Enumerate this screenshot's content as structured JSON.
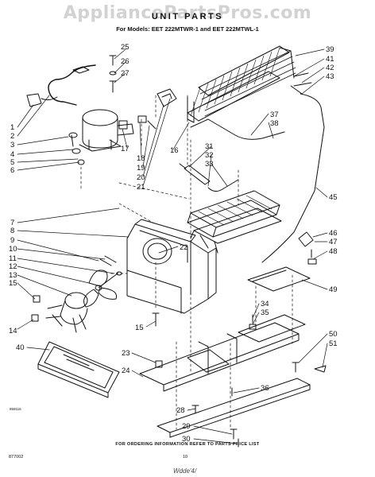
{
  "watermark": "AppliancePartsPros.com",
  "header": {
    "title": "UNIT PARTS",
    "subtitle": "For Models: EET 222MTWR-1 and EET 222MTWL-1"
  },
  "footer": {
    "ordering_note": "FOR ORDERING INFORMATION REFER TO PARTS PRICE LIST",
    "doc_number": "877002",
    "page_number": "10",
    "figure_code": "859116",
    "signature": "Wdde'4/"
  },
  "callouts": [
    "1",
    "2",
    "3",
    "4",
    "5",
    "6",
    "7",
    "8",
    "9",
    "10",
    "11",
    "12",
    "13",
    "14",
    "15",
    "16",
    "17",
    "18",
    "19",
    "20",
    "21",
    "22",
    "23",
    "24",
    "25",
    "26",
    "27",
    "28",
    "29",
    "30",
    "31",
    "32",
    "33",
    "34",
    "35",
    "36",
    "37",
    "38",
    "39",
    "40",
    "41",
    "42",
    "43",
    "45",
    "46",
    "47",
    "48",
    "49",
    "50",
    "51"
  ]
}
